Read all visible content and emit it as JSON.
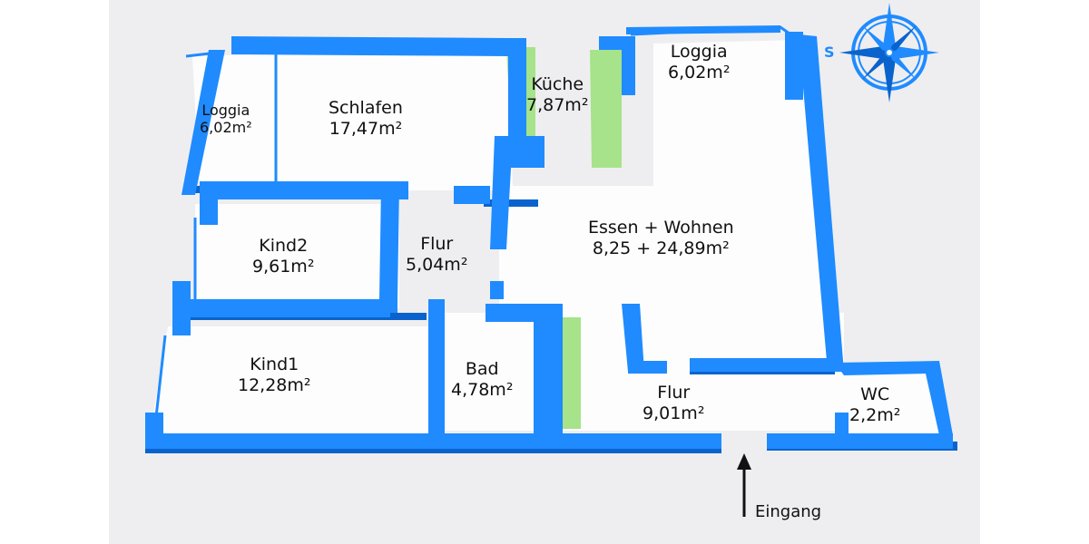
{
  "rooms": {
    "loggia_left": {
      "name": "Loggia",
      "area": "6,02m²"
    },
    "schlafen": {
      "name": "Schlafen",
      "area": "17,47m²"
    },
    "kueche": {
      "name": "Küche",
      "area": "7,87m²"
    },
    "loggia_right": {
      "name": "Loggia",
      "area": "6,02m²"
    },
    "kind2": {
      "name": "Kind2",
      "area": "9,61m²"
    },
    "flur_upper": {
      "name": "Flur",
      "area": "5,04m²"
    },
    "essen_wohnen": {
      "name": "Essen + Wohnen",
      "area": "8,25 + 24,89m²"
    },
    "kind1": {
      "name": "Kind1",
      "area": "12,28m²"
    },
    "bad": {
      "name": "Bad",
      "area": "4,78m²"
    },
    "flur_lower": {
      "name": "Flur",
      "area": "9,01m²"
    },
    "wc": {
      "name": "WC",
      "area": "2,2m²"
    }
  },
  "entrance": {
    "label": "Eingang"
  },
  "compass": {
    "label": "S"
  },
  "colors": {
    "wall": "#1f8bff",
    "kitchen_floor": "#a6e38a",
    "background": "#eeeef0"
  }
}
